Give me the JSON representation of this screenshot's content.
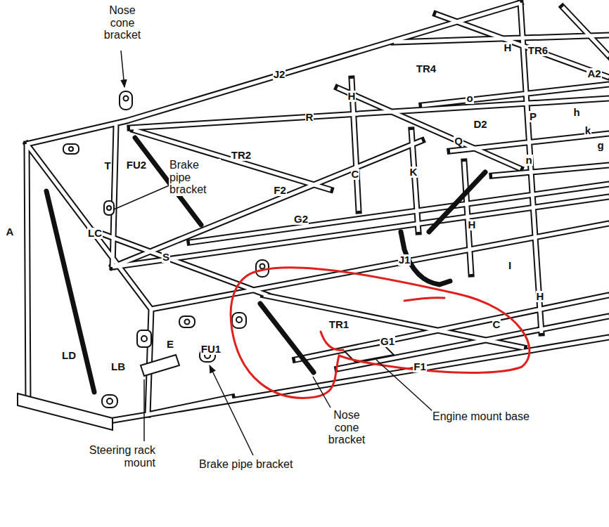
{
  "diagram": {
    "labels": [
      "Nose cone bracket",
      "J2",
      "H",
      "TR4",
      "H",
      "TR6",
      "A2",
      "R",
      "o",
      "D2",
      "P",
      "h",
      "k",
      "g",
      "Q",
      "n",
      "TR2",
      "T",
      "FU2",
      "Brake pipe bracket",
      "C",
      "K",
      "F2",
      "G2",
      "LC",
      "A",
      "S",
      "J1",
      "H",
      "I",
      "H",
      "TR1",
      "C",
      "G1",
      "F1",
      "LD",
      "LB",
      "E",
      "FU1",
      "Nose cone bracket",
      "Engine mount base",
      "Steering rack mount",
      "Brake pipe bracket"
    ]
  }
}
